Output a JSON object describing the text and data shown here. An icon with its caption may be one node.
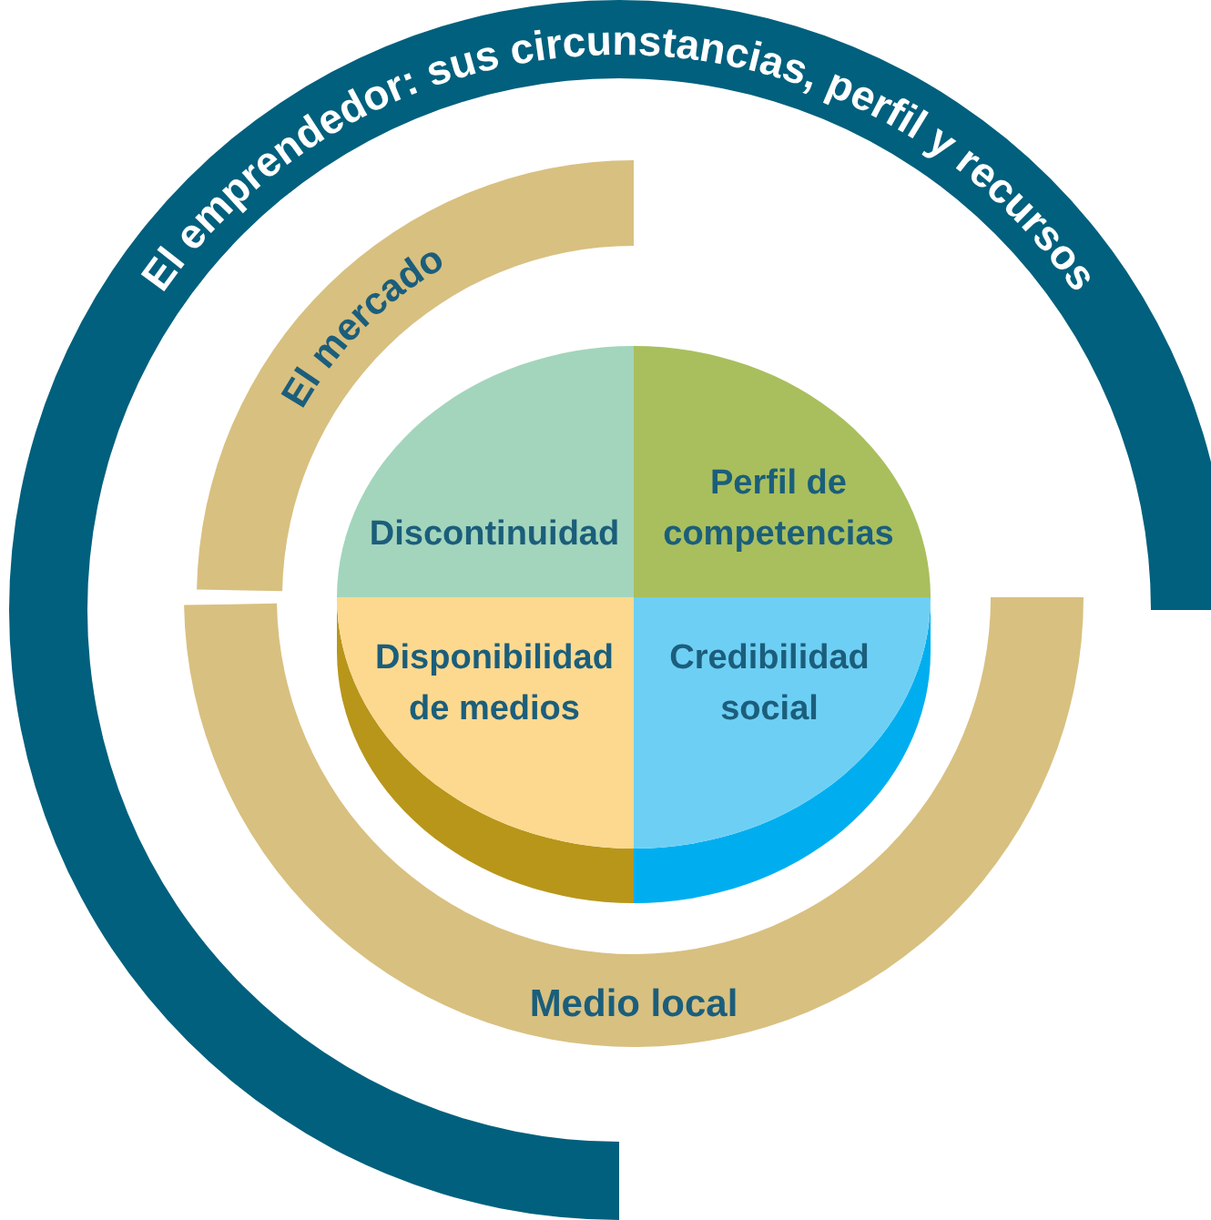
{
  "diagram": {
    "nodes": [
      {
        "text": [
          "El emprendedor: sus circunstancias, perfil y recursos"
        ]
      },
      {
        "text": [
          "El mercado"
        ]
      },
      {
        "text": [
          "Medio local"
        ]
      },
      {
        "text": [
          "Discontinuidad"
        ]
      },
      {
        "text": [
          "Perfil de competencias"
        ]
      },
      {
        "text": [
          "Disponibilidad de medios"
        ]
      },
      {
        "text": [
          "Credibilidad social"
        ]
      }
    ]
  }
}
